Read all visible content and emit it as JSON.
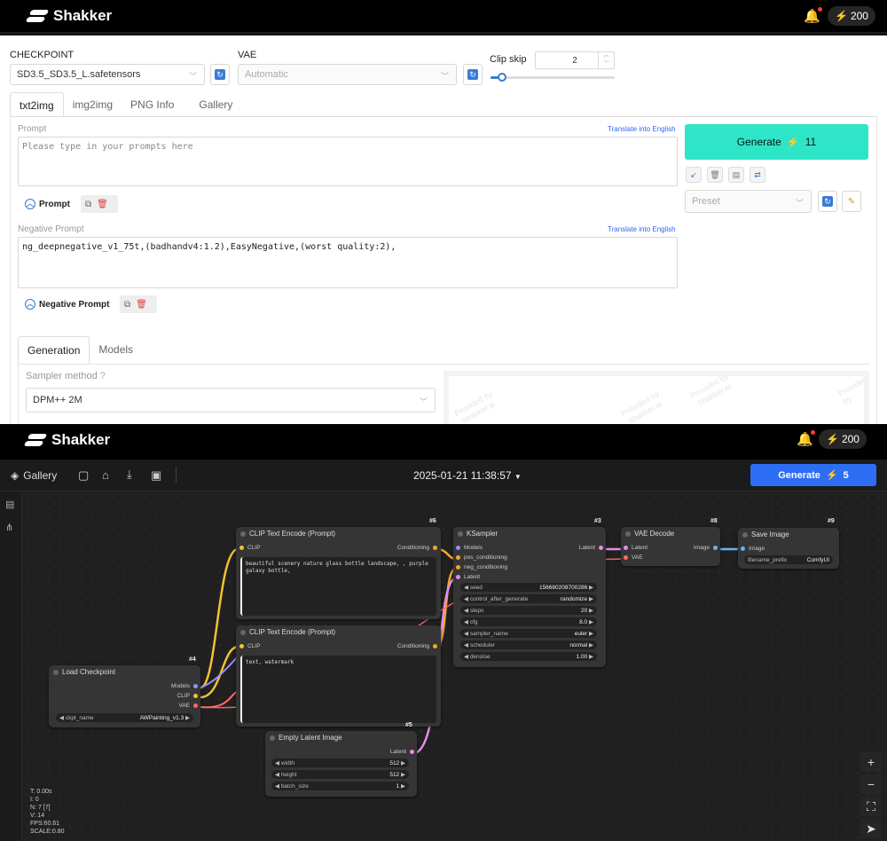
{
  "app": {
    "brand": "Shakker",
    "credits": "200"
  },
  "top": {
    "checkpoint_label": "CHECKPOINT",
    "checkpoint_value": "SD3.5_SD3.5_L.safetensors",
    "vae_label": "VAE",
    "vae_value": "Automatic",
    "clip_skip_label": "Clip skip",
    "clip_skip_value": "2",
    "clip_skip_level": 0.1,
    "tabs": [
      "txt2img",
      "img2img",
      "PNG Info",
      "Gallery"
    ],
    "prompt_label": "Prompt",
    "translate": "Translate into English",
    "prompt_placeholder": "Please type in your prompts here",
    "prompt_toggle": "Prompt",
    "neg_label": "Negative Prompt",
    "neg_value": "ng_deepnegative_v1_75t,(badhandv4:1.2),EasyNegative,(worst quality:2),",
    "neg_toggle": "Negative Prompt",
    "generate_label": "Generate",
    "generate_cost": "11",
    "preset_placeholder": "Preset",
    "sub_tabs": [
      "Generation",
      "Models"
    ],
    "sampler_label": "Sampler method",
    "sampler_value": "DPM++ 2M",
    "watermark": [
      "Provided by",
      "Shakker.ai"
    ]
  },
  "bottom": {
    "credits": "200",
    "gallery_label": "Gallery",
    "datetime": "2025-01-21 11:38:57",
    "generate_label": "Generate",
    "generate_cost": "5",
    "stats": [
      "T: 0.00s",
      "I: 0",
      "N: 7 [7]",
      "V: 14",
      "FPS:60.61",
      "SCALE:0.80"
    ]
  },
  "nodes": {
    "clip6": {
      "id": "#6",
      "title": "CLIP Text Encode (Prompt)",
      "in": "CLIP",
      "out": "Conditioning",
      "text": "beautiful scenery nature glass bottle landscape, , purple galaxy bottle,"
    },
    "clip7": {
      "title": "CLIP Text Encode (Prompt)",
      "in": "CLIP",
      "out": "Conditioning",
      "text": "text, watermark"
    },
    "ksampler": {
      "id": "#3",
      "title": "KSampler",
      "inputs": [
        "Models",
        "pos_conditioning",
        "neg_conditioning",
        "Latent"
      ],
      "out": "Latent",
      "widgets": [
        [
          "seed",
          "156680208700286"
        ],
        [
          "control_after_generate",
          "randomize"
        ],
        [
          "steps",
          "20"
        ],
        [
          "cfg",
          "8.0"
        ],
        [
          "sampler_name",
          "euler"
        ],
        [
          "scheduler",
          "normal"
        ],
        [
          "denoise",
          "1.00"
        ]
      ]
    },
    "vae": {
      "id": "#8",
      "title": "VAE Decode",
      "inputs": [
        "Latent",
        "VAE"
      ],
      "out": "Image"
    },
    "save": {
      "id": "#9",
      "title": "Save Image",
      "in": "Image",
      "widget": [
        "filename_prefix",
        "ComfyUI"
      ]
    },
    "ckpt": {
      "id": "#4",
      "title": "Load Checkpoint",
      "outs": [
        "Models",
        "CLIP",
        "VAE"
      ],
      "widget": [
        "ckpt_name",
        "AWPainting_v1.3"
      ]
    },
    "latent": {
      "id": "#5",
      "title": "Empty Latent Image",
      "out": "Latent",
      "widgets": [
        [
          "width",
          "512"
        ],
        [
          "height",
          "512"
        ],
        [
          "batch_size",
          "1"
        ]
      ]
    }
  },
  "colors": {
    "accent": "#2ee6c7",
    "blue": "#2d6ef5",
    "clip": "#f5c12e",
    "cond": "#f5a623",
    "latent": "#e58de8",
    "vae": "#ff6b6b",
    "image": "#64b5f6"
  }
}
